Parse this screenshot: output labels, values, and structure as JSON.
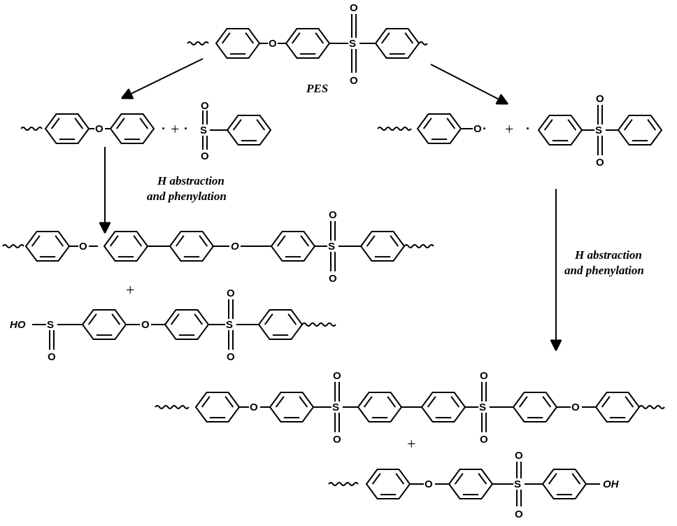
{
  "labels": {
    "pes": "PES",
    "h_abstraction_left_line1": "H abstraction",
    "h_abstraction_left_line2": "and phenylation",
    "h_abstraction_right_line1": "H abstraction",
    "h_abstraction_right_line2": "and phenylation",
    "plus_sign": "+",
    "radical_dot": "·"
  },
  "atoms": {
    "oxygen": "O",
    "sulfur": "S",
    "hydroxyl_right": "OH",
    "hydroxyl_left": "HO"
  }
}
